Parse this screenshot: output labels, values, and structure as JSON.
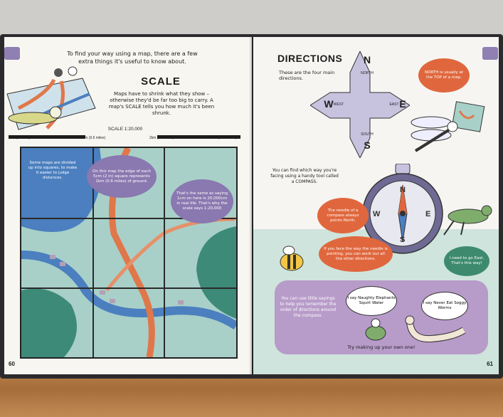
{
  "left_page": {
    "intro": "To find your way using a map, there are a few extra things it's useful to know about.",
    "scale_title": "SCALE",
    "scale_body": "Maps have to shrink what they show – otherwise they'd be far too big to carry. A map's SCALE tells you how much it's been shrunk.",
    "scale_label": "SCALE 1:20,000",
    "ruler_ticks": [
      "0km (0 miles)",
      "1km (0.6 miles)",
      "2km (1.2 miles)",
      "3km (1.85 miles)"
    ],
    "bubble_grid": "Some maps are divided up into squares, to make it easier to judge distances.",
    "bubble_square": "On this map the edge of each 5cm (2 in) square represents 1km (0.6 miles) of ground.",
    "bubble_scale": "That's the same as saying 1cm on here is 20,000cm in real life. That's why the scale says 1:20,000",
    "page_number": "60"
  },
  "right_page": {
    "title": "DIRECTIONS",
    "directions_body": "These are the four main directions.",
    "compass_letters": {
      "n": "N",
      "s": "S",
      "e": "E",
      "w": "W"
    },
    "compass_words": {
      "north": "NORTH",
      "south": "SOUTH",
      "east": "EAST",
      "west": "WEST"
    },
    "north_bubble": "NORTH is usually at the TOP of a map.",
    "compass_body": "You can find which way you're facing using a handy tool called a COMPASS.",
    "needle_bubble": "The needle of a compass always points North.",
    "face_bubble": "If you face the way the needle is pointing, you can work out all the other directions.",
    "lost_bubble": "I need to go East. That's this way!",
    "sayings_body": "You can use little sayings to help you remember the order of directions around the compass.",
    "saying_one": "I say Naughty Elephants Squirt Water",
    "saying_two": "I say Never Eat Soggy Worms",
    "try": "Try making up your own one!",
    "page_number": "61"
  },
  "colors": {
    "map_water": "#a8d0c8",
    "map_blue": "#4b7fbf",
    "map_green": "#3e8a78",
    "route_orange": "#e0774a",
    "bubble_purple": "#8a78b0",
    "bubble_orange": "#e0673d",
    "bubble_green": "#3d8a6f",
    "compass_purple": "#c7c3df"
  }
}
